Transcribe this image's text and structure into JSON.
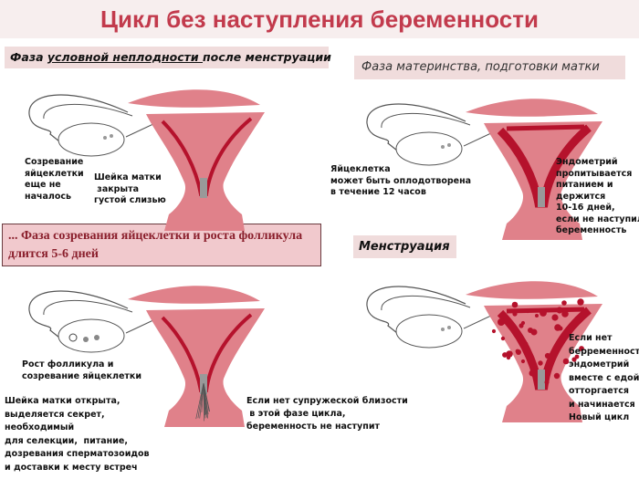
{
  "title": "Цикл без наступления беременности",
  "phase1": {
    "prefix": "Фаза ",
    "underlined": "условной неплодности ",
    "suffix": " после менструации"
  },
  "phase2": "Фаза материнства, подготовки матки",
  "menstruation": "Менструация",
  "banner": "... Фаза созревания яйцеклетки и роста фолликула длится 5-6 дней",
  "labels": {
    "egg_not_started": "Созревание\nяйцеклетки\nеще не\nначалось",
    "cervix_closed": "Шейка матки\n закрыта\nгустой слизью",
    "egg_fertile": "Яйцеклетка\nможет быть оплодотворена\nв течение 12 часов",
    "endometrium": "Эндометрий\nпропитывается\nпитанием и\nдержится\n10-16 дней,\nесли не наступила\nбеременность",
    "follicle_growth": "Рост фолликула и\nсозревание яйцеклетки",
    "cervix_open": "Шейка матки открыта,\nвыделяется секрет,\nнеобходимый\nдля селекции,  питание,\nдозревания сперматозоидов\nи доставки к месту встреч",
    "no_intimacy": "Если нет супружеской близости\n в этой фазе цикла,\nбеременность не наступит",
    "no_pregnancy": "Если нет\nберременности,\nэндометрий\nвместе с едой\nотторгается\nи начинается\nНовый цикл"
  },
  "colors": {
    "title": "#c23a4c",
    "uterus": "#e0818a",
    "lining": "#b5122c",
    "header_bg": "#f0dcdc",
    "banner_bg": "#f1c9cd"
  }
}
